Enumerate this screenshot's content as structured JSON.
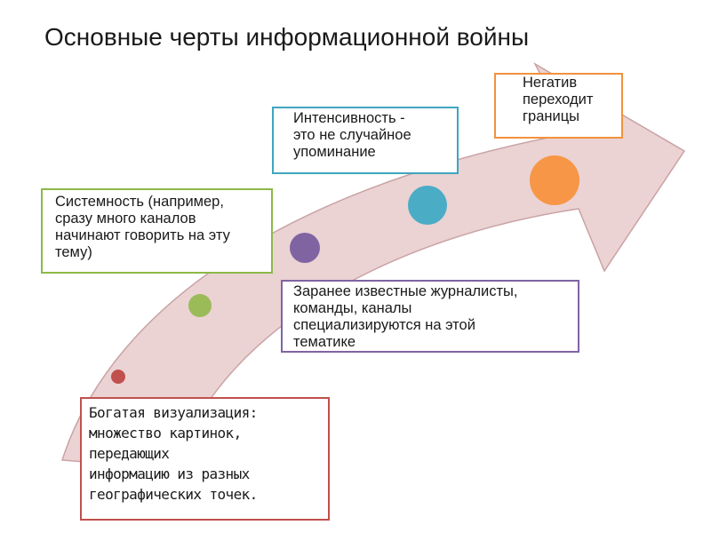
{
  "title": "Основные черты информационной войны",
  "colors": {
    "arrow_fill": "#ebd2d3",
    "arrow_stroke": "#c9a3a5",
    "red": "#c0504d",
    "green": "#9bbb59",
    "purple": "#8064a2",
    "cyan": "#4bacc6",
    "orange": "#f79646"
  },
  "dots": [
    {
      "name": "dot-red",
      "color": "#c0504d"
    },
    {
      "name": "dot-green",
      "color": "#9bbb59"
    },
    {
      "name": "dot-purple",
      "color": "#8064a2"
    },
    {
      "name": "dot-cyan",
      "color": "#4bacc6"
    },
    {
      "name": "dot-orange",
      "color": "#f79646"
    }
  ],
  "boxes": {
    "systemic": "Системность (например,\nсразу много каналов\nначинают говорить на эту\nтему)",
    "intensity": "Интенсивность -\nэто не случайное\nупоминание",
    "negative": "Негатив\nпереходит\nграницы",
    "known": "Заранее известные журналисты,\nкоманды, каналы\nспециализируются на этой\nтематике",
    "visual": "Богатая визуализация:\nмножество картинок,\nпередающих\nинформацию из разных\nгеографических точек."
  }
}
